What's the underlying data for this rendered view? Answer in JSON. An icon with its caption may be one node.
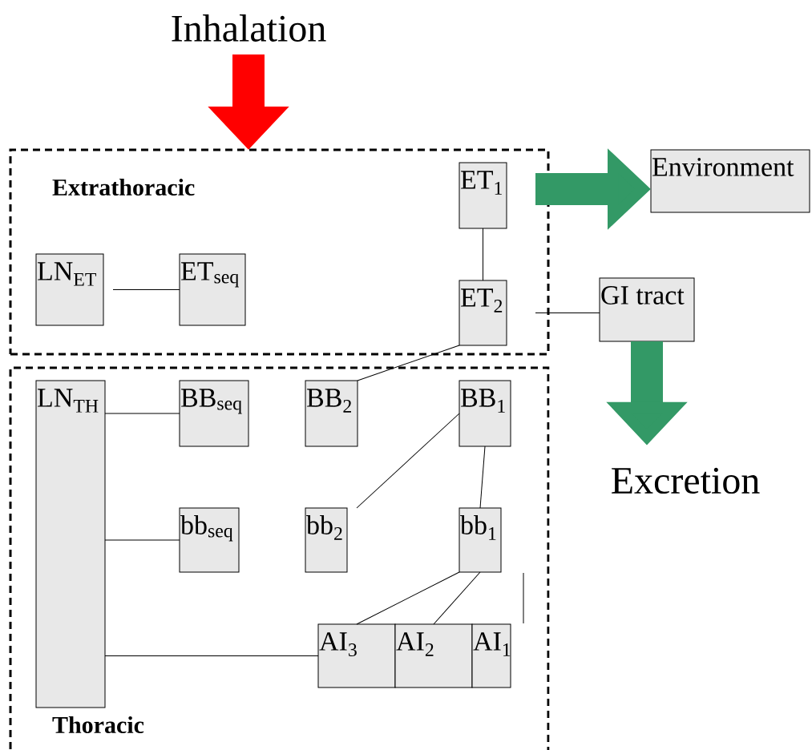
{
  "diagram": {
    "nodes": [
      {
        "text": [
          "Inhalation"
        ]
      },
      {
        "text": [
          "Extrathoracic"
        ]
      },
      {
        "text": [
          "ET$_{1}$"
        ],
        "in": 1
      },
      {
        "text": [
          "LN$_{ET}$"
        ],
        "in": 1
      },
      {
        "text": [
          "ET$_{seq}$"
        ],
        "in": 1
      },
      {
        "text": [
          "ET$_{2}$"
        ],
        "in": 1
      },
      {
        "text": [
          "Environment"
        ]
      },
      {
        "text": [
          "GI tract"
        ]
      },
      {
        "text": [
          "Excretion"
        ]
      },
      {
        "text": [
          "Thoracic"
        ]
      },
      {
        "text": [
          "LN$_{TH}$"
        ],
        "in": 9
      },
      {
        "text": [
          "BB$_{seq}$"
        ],
        "in": 9
      },
      {
        "text": [
          "BB$_{2}$"
        ],
        "in": 9
      },
      {
        "text": [
          "BB$_{1}$"
        ],
        "in": 9
      },
      {
        "text": [
          "bb$_{seq}$"
        ],
        "in": 9
      },
      {
        "text": [
          "bb$_{2}$"
        ],
        "in": 9
      },
      {
        "text": [
          "bb$_{1}$"
        ],
        "in": 9
      },
      {
        "text": [
          "AI$_{3}$"
        ],
        "in": 9
      },
      {
        "text": [
          "AI$_{2}$"
        ],
        "in": 9
      },
      {
        "text": [
          "AI$_{1}$"
        ],
        "in": 9
      }
    ],
    "edges": [
      {
        "from": 0,
        "to": 1,
        "arrow": "to",
        "style": "thick",
        "color": "#ff0000"
      },
      {
        "from": 2,
        "to": 6,
        "arrow": "to",
        "style": "thick",
        "color": "#339966"
      },
      {
        "from": 3,
        "to": 4,
        "arrow": "none"
      },
      {
        "from": 2,
        "to": 5,
        "arrow": "none"
      },
      {
        "from": 5,
        "to": 7,
        "arrow": "none"
      },
      {
        "from": 7,
        "to": 8,
        "arrow": "to",
        "style": "thick",
        "color": "#339966"
      },
      {
        "from": 5,
        "to": 12,
        "arrow": "none"
      },
      {
        "from": 10,
        "to": 11,
        "arrow": "none"
      },
      {
        "from": 10,
        "to": 14,
        "arrow": "none"
      },
      {
        "from": 10,
        "to": 17,
        "arrow": "none"
      },
      {
        "from": 13,
        "to": 15,
        "arrow": "none"
      },
      {
        "from": 13,
        "to": 16,
        "arrow": "none"
      },
      {
        "from": 16,
        "to": 17,
        "arrow": "none"
      },
      {
        "from": 16,
        "to": 18,
        "arrow": "none"
      }
    ]
  }
}
